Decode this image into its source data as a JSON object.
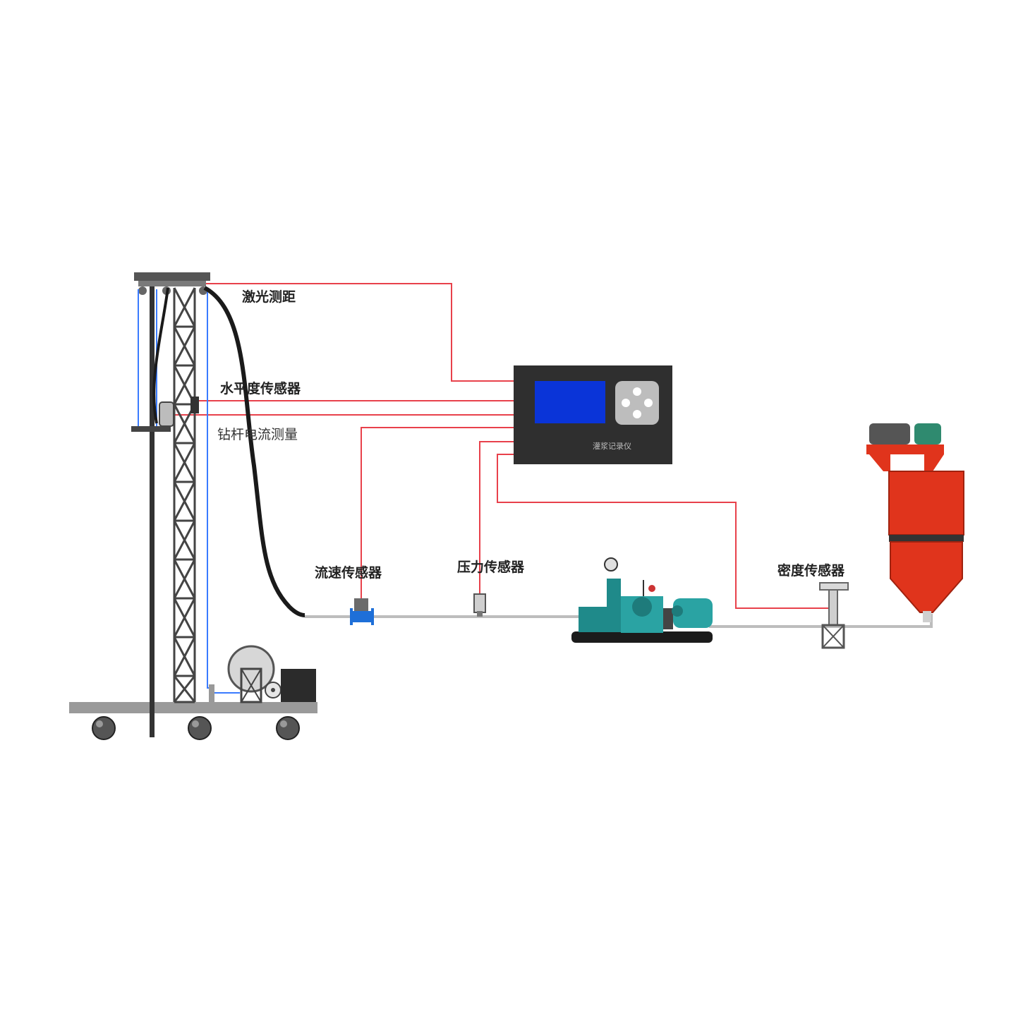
{
  "labels": {
    "laser_ranging": "激光测距",
    "level_sensor": "水平度传感器",
    "drill_current": "钻杆电流测量",
    "flow_sensor": "流速传感器",
    "pressure_sensor": "压力传感器",
    "density_sensor": "密度传感器",
    "recorder_name": "灌浆记录仪"
  },
  "colors": {
    "signal_wire": "#e8414b",
    "laser_wire": "#3a7bff",
    "recorder_body": "#2f2f2f",
    "recorder_screen": "#0a34d8",
    "tower": "#444444",
    "hose": "#1a1a1a",
    "pipe": "#bdbdbd",
    "mixer_tank": "#e0341c",
    "pump": "#1f8a8a"
  },
  "icons": {
    "recorder_keypad": "dpad-icon",
    "flow_meter": "flow-meter-icon",
    "pressure_gauge": "pressure-sensor-icon",
    "density_meter": "density-sensor-icon"
  }
}
